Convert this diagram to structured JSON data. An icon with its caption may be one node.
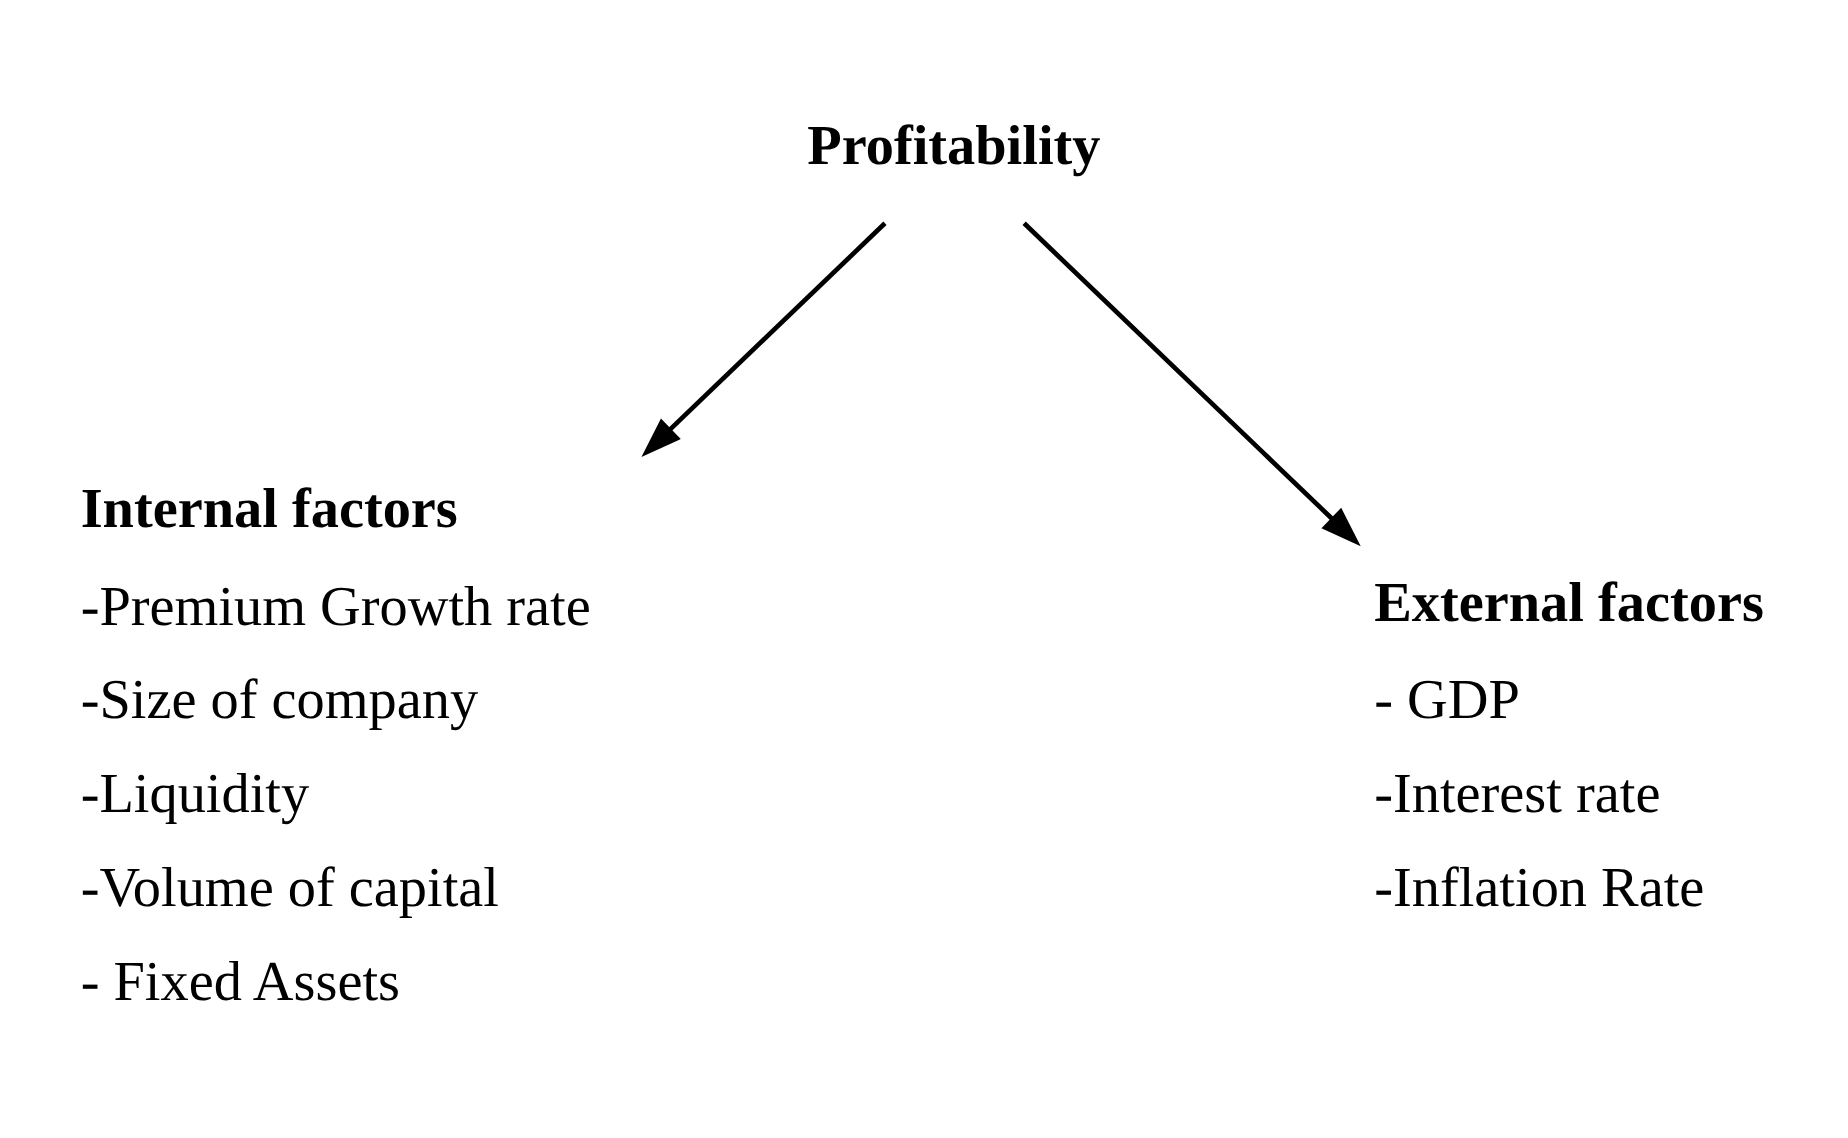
{
  "diagram": {
    "nodes": [
      {
        "text": [
          "Profitability"
        ]
      },
      {
        "text": [
          "Internal factors",
          "-Premium Growth rate",
          "-Size of company",
          "-Liquidity",
          "-Volume of capital",
          "- Fixed Assets"
        ]
      },
      {
        "text": [
          "External factors",
          "- GDP",
          "-Interest rate",
          "-Inflation Rate"
        ]
      }
    ],
    "edges": [
      {
        "from": 0,
        "to": 1,
        "arrow": "to"
      },
      {
        "from": 0,
        "to": 2,
        "arrow": "to"
      }
    ]
  }
}
